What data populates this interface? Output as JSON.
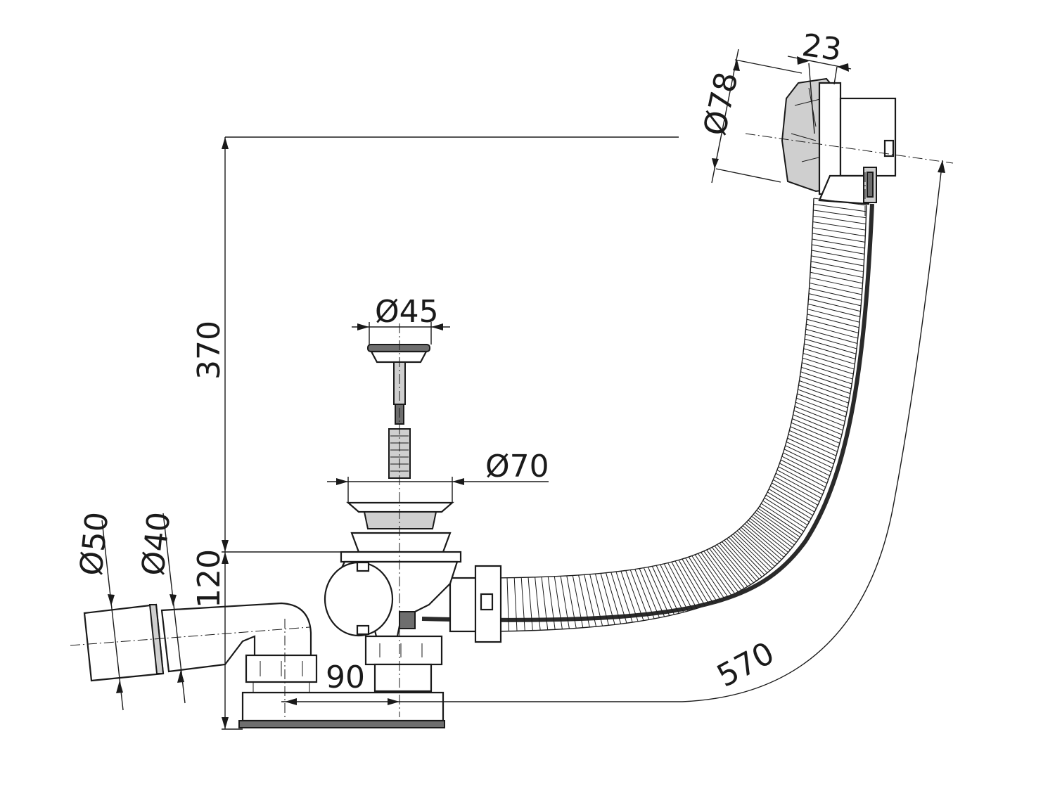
{
  "dimensions": {
    "overflow_diameter": "Ø78",
    "overflow_depth": "23",
    "plug_diameter": "Ø45",
    "drain_diameter": "Ø70",
    "total_height": "370",
    "trap_height": "120",
    "outlet_outer_diameter": "Ø50",
    "outlet_inner_diameter": "Ø40",
    "outlet_offset": "90",
    "hose_length": "570"
  }
}
